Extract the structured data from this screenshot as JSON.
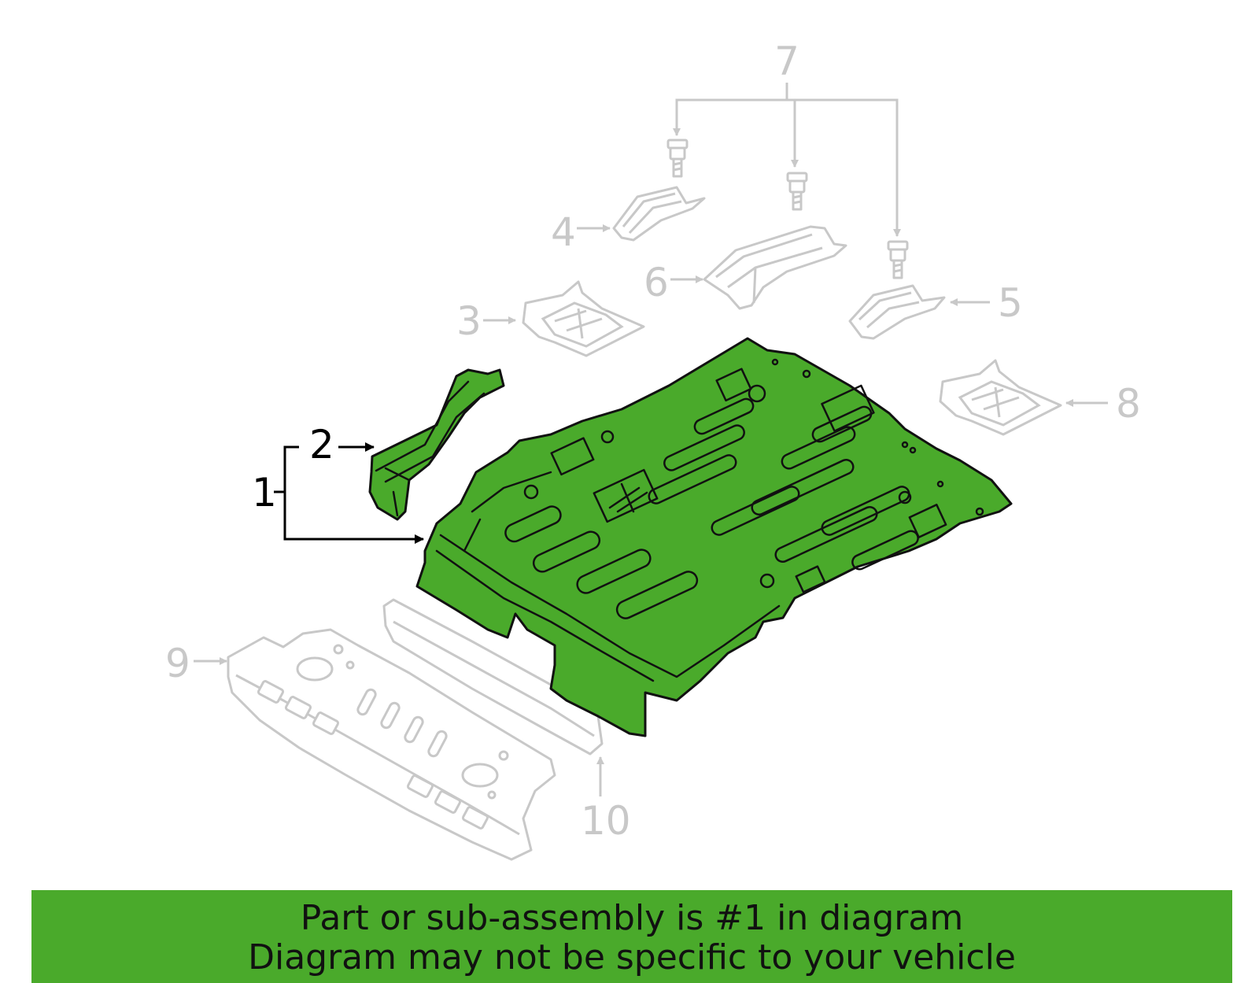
{
  "colors": {
    "highlight": "#4aaa2b",
    "dim_part": "#c8c8c8",
    "outline": "#111111"
  },
  "callouts": {
    "c1": "1",
    "c2": "2",
    "c3": "3",
    "c4": "4",
    "c5": "5",
    "c6": "6",
    "c7": "7",
    "c8": "8",
    "c9": "9",
    "c10": "10"
  },
  "highlighted_part": "1",
  "banner": {
    "line1": "Part or sub-assembly is #1 in diagram",
    "line2": "Diagram may not be specific to your vehicle"
  }
}
